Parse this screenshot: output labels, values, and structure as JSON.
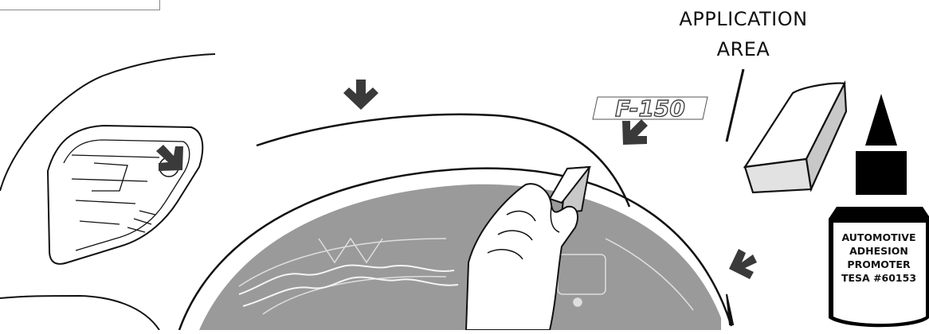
{
  "labels": {
    "application_area_line1": "APPLICATION",
    "application_area_line2": "AREA",
    "badge_text": "F-150"
  },
  "bottle_label": [
    "AUTOMOTIVE",
    "ADHESION",
    "PROMOTER",
    "TESA #60153"
  ],
  "colors": {
    "line": "#111111",
    "arrow": "#3a3a3a",
    "wheel_well": "#9a9a9a",
    "pad_side": "#c8c8c8",
    "bottle": "#000000"
  },
  "icons": [
    "arrow-down-icon",
    "arrow-down-left-icon",
    "arrow-down-right-icon",
    "arrow-left-icon"
  ]
}
